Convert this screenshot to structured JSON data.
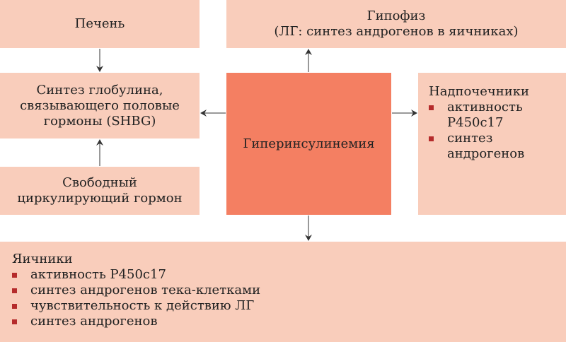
{
  "liver": {
    "label": "Печень"
  },
  "pituitary": {
    "line1": "Гипофиз",
    "line2": "(ЛГ: синтез андрогенов в яичниках)"
  },
  "shbg": {
    "line1": "Синтез глобулина,",
    "line2": "связывающего половые",
    "line3": "гормоны (SHBG)"
  },
  "free_hormone": {
    "line1": "Свободный",
    "line2": "циркулирующий гормон"
  },
  "center": {
    "label": "Гиперинсулинемия"
  },
  "adrenal": {
    "title": "Надпочечники",
    "items": [
      {
        "line1": "активность",
        "line2": "P450c17"
      },
      {
        "line1": "синтез",
        "line2": "андрогенов"
      }
    ]
  },
  "ovaries": {
    "title": "Яичники",
    "items": [
      "активность P450c17",
      "синтез андрогенов тека-клетками",
      "чувствительность к действию ЛГ",
      "синтез андрогенов"
    ]
  },
  "colors": {
    "box_fill": "#f9cdbb",
    "center_fill": "#f47f62",
    "bullet": "#b52b2b",
    "arrow": "#333333"
  }
}
